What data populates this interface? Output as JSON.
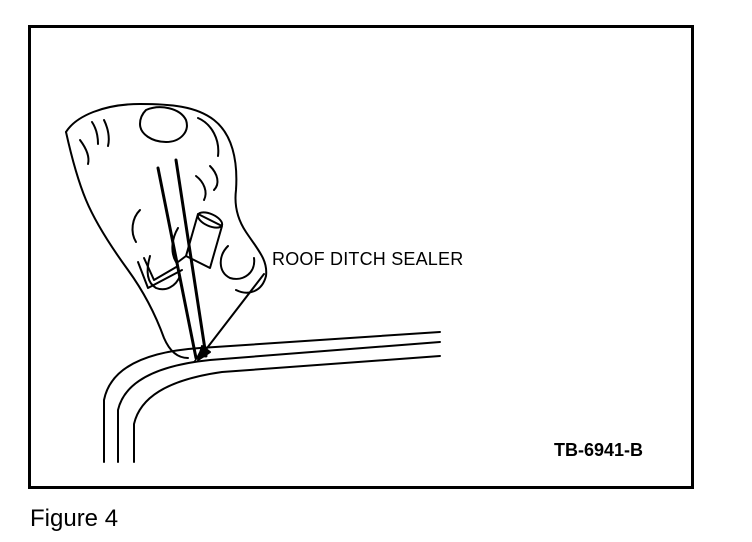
{
  "figure": {
    "callout_label": "ROOF DITCH SEALER",
    "code": "TB-6941-B",
    "caption": "Figure 4"
  },
  "colors": {
    "ink": "#000000",
    "paper": "#ffffff"
  },
  "icons": {
    "illustration": "hand-applying-sealer-icon",
    "pointer": "leader-arrow-icon"
  }
}
